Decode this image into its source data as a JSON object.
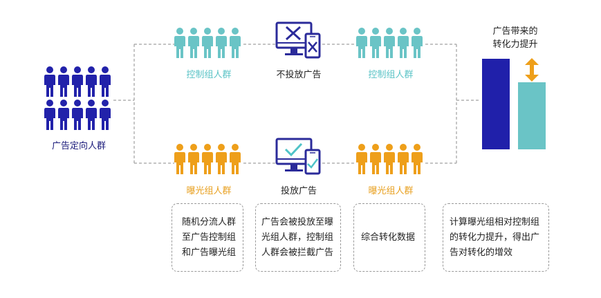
{
  "colors": {
    "navy": "#2222aa",
    "teal": "#6ac4c6",
    "orange": "#ee9f1a",
    "bar_dark": "#2020aa",
    "bar_light": "#6ac4c6",
    "arrow": "#ee9f1a",
    "dash": "#a0a0a0",
    "monitor": "#2b2b9a",
    "screen_mark_x": "#2b2b9a",
    "screen_mark_check": "#4fc3c7"
  },
  "icons": {
    "people": "person-icon",
    "no_ad": "monitor-x-icon",
    "ad": "monitor-check-icon",
    "lift": "double-arrow-icon"
  },
  "labels": {
    "target_group": "广告定向人群",
    "control_group_left": "控制组人群",
    "no_ad": "不投放广告",
    "control_group_right": "控制组人群",
    "exposed_group_left": "曝光组人群",
    "ad": "投放广告",
    "exposed_group_right": "曝光组人群",
    "lift_title_line1": "广告带来的",
    "lift_title_line2": "转化力提升"
  },
  "notes": [
    {
      "lines": [
        "随机分流人群",
        "至广告控制组",
        "和广告曝光组"
      ]
    },
    {
      "lines": [
        "广告会被投放至曝",
        "光组人群，控制组",
        "人群会被拦截广告"
      ]
    },
    {
      "lines": [
        "综合转化数据"
      ]
    },
    {
      "lines": [
        "计算曝光组相对控制组",
        "的转化力提升，得出广",
        "告对转化的增效"
      ]
    }
  ]
}
